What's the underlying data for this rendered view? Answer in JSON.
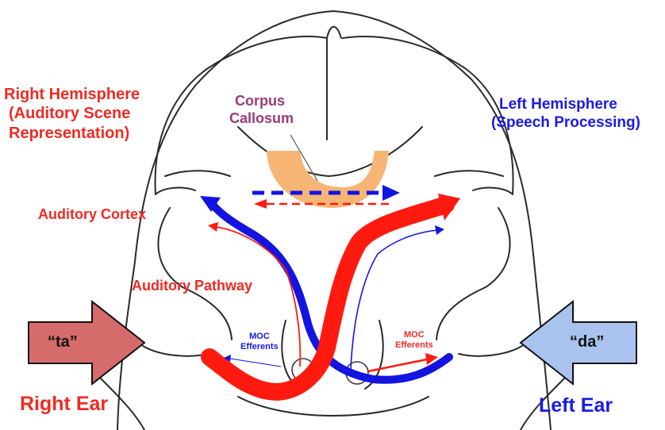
{
  "labels": {
    "right_hemisphere": [
      "Right Hemisphere",
      "(Auditory Scene",
      "Representation)"
    ],
    "corpus_callosum": [
      "Corpus",
      "Callosum"
    ],
    "left_hemisphere": [
      "Left Hemisphere",
      "(Speech Processing)"
    ],
    "auditory_cortex": "Auditory Cortex",
    "auditory_pathway": "Auditory Pathway",
    "moc_left": [
      "MOC",
      "Efferents"
    ],
    "moc_right": [
      "MOC",
      "Efferents"
    ],
    "syllable_right": "“ta”",
    "syllable_left": "“da”",
    "right_ear": "Right Ear",
    "left_ear": "Left Ear"
  },
  "colors": {
    "red_text": "#ee2b23",
    "blue_text": "#1a1ae6",
    "purple_text": "#9b3a7a",
    "red_pathway": "#ff1a10",
    "blue_pathway": "#1414e0",
    "corpus_callosum_fill": "#f7b575",
    "left_input_arrow": "#d66b6b",
    "right_input_arrow": "#a9c3ee"
  }
}
